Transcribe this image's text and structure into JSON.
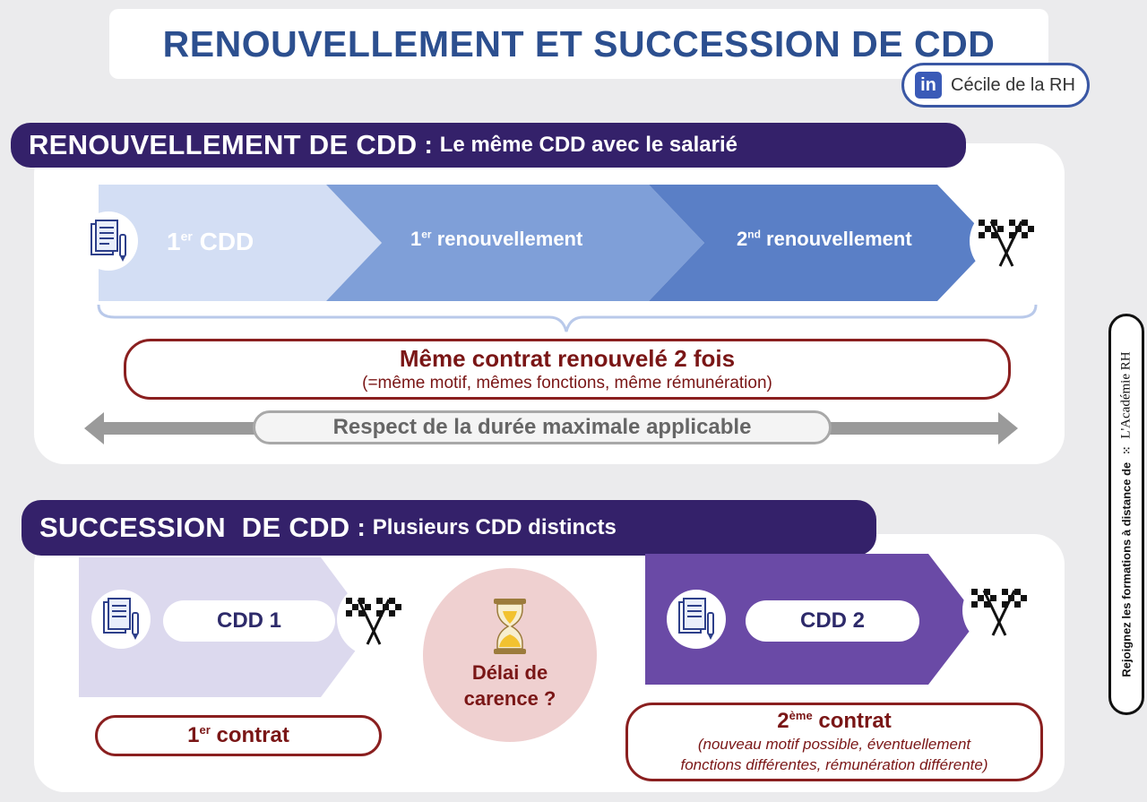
{
  "title": "RENOUVELLEMENT ET SUCCESSION DE CDD",
  "linkedin": {
    "icon": "in",
    "name": "Cécile de la RH"
  },
  "renouvellement": {
    "banner_big": "RENOUVELLEMENT DE CDD",
    "banner_colon": ":",
    "banner_small": "Le même CDD avec le salarié",
    "step1": {
      "num": "1",
      "sup": "er",
      "label": "CDD"
    },
    "step2": {
      "num": "1",
      "sup": "er",
      "label": "renouvellement"
    },
    "step3": {
      "num": "2",
      "sup": "nd",
      "label": "renouvellement"
    },
    "oval_main": "Même contrat renouvelé 2 fois",
    "oval_sub": "(=même motif, mêmes fonctions, même rémunération)",
    "duration": "Respect de la durée maximale applicable",
    "colors": {
      "arrow1": "#d3def4",
      "arrow2": "#7f9fd8",
      "arrow3": "#5a7fc6"
    }
  },
  "succession": {
    "banner_big": "SUCCESSION  DE CDD",
    "banner_colon": ":",
    "banner_small": "Plusieurs CDD distincts",
    "cdd1": "CDD 1",
    "cdd2": "CDD 2",
    "delai_line1": "Délai de",
    "delai_line2": "carence ?",
    "contrat1": {
      "num": "1",
      "sup": "er",
      "label": "contrat"
    },
    "contrat2": {
      "num": "2",
      "sup": "ème",
      "label": "contrat",
      "sub1": "(nouveau motif possible, éventuellement",
      "sub2": "fonctions différentes, rémunération différente)"
    },
    "colors": {
      "arrow1": "#dcd9ee",
      "arrow2": "#6a4aa6",
      "carence": "#efd0d0"
    }
  },
  "sidebar": {
    "text": "Rejoignez les formations à distance de",
    "brand": "L'Académie RH"
  },
  "icons": {
    "doc": "document-pen-icon",
    "flag": "checkered-flags-icon",
    "hourglass": "hourglass-icon"
  }
}
